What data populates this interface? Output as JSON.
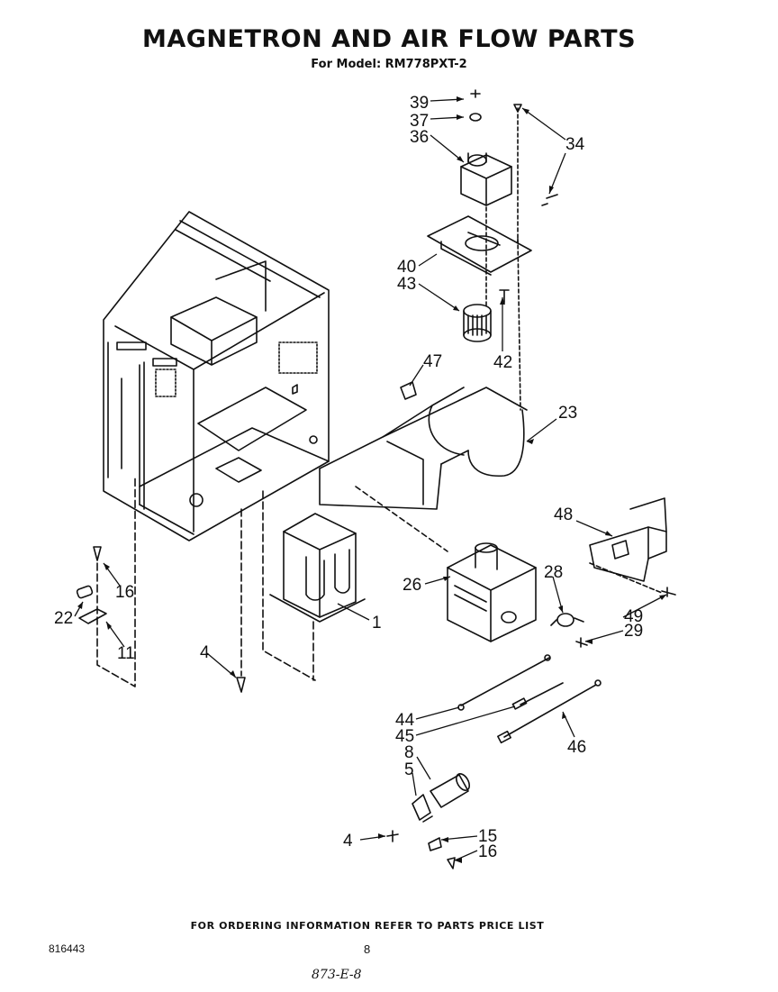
{
  "header": {
    "title": "MAGNETRON AND AIR FLOW PARTS",
    "subtitle": "For Model: RM778PXT-2"
  },
  "callouts": [
    "39",
    "37",
    "36",
    "34",
    "40",
    "43",
    "42",
    "47",
    "23",
    "48",
    "26",
    "28",
    "49",
    "29",
    "16",
    "22",
    "11",
    "1",
    "4",
    "44",
    "45",
    "46",
    "8",
    "5",
    "4",
    "15",
    "16"
  ],
  "footer": {
    "ordering_note": "FOR ORDERING INFORMATION REFER TO PARTS PRICE LIST",
    "doc_number": "816443",
    "page_number": "8",
    "handwritten_note": "873-E-8"
  }
}
